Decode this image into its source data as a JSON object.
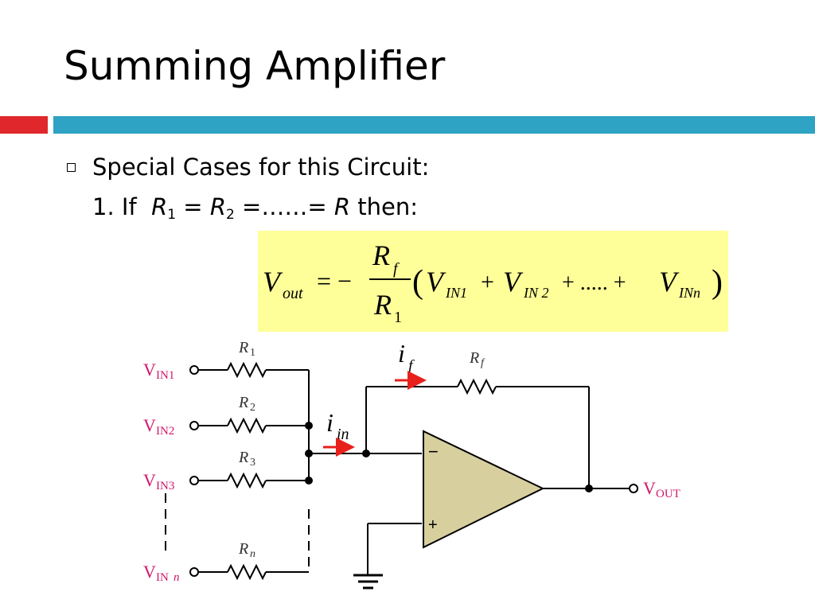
{
  "slide": {
    "title": "Summing Amplifier"
  },
  "bullet": {
    "text": "Special Cases for this Circuit:",
    "case_prefix": "1. If",
    "R": "R",
    "sub1": "1",
    "sub2": "2",
    "equals": "=",
    "dots_eq": "=……=",
    "then": "then:"
  },
  "formula": {
    "V": "V",
    "out": "out",
    "eq_minus": "= −",
    "R": "R",
    "f": "f",
    "one": "1",
    "lparen": "(",
    "rparen": ")",
    "IN1": "IN1",
    "IN2": "IN 2",
    "INn": "INn",
    "plus": "+",
    "plus_dots": "+ ..... +"
  },
  "circuit": {
    "V": "V",
    "in1": "IN1",
    "in2": "IN2",
    "in3": "IN3",
    "inn": "IN",
    "n": "n",
    "R": "R",
    "r1": "1",
    "r2": "2",
    "r3": "3",
    "rn": "n",
    "rf": "f",
    "i": "i",
    "if_sub": "f",
    "iin_sub": "in",
    "vout": "OUT",
    "minus": "−",
    "plus": "+"
  },
  "colors": {
    "red_bar": "#e0282c",
    "blue_bar": "#2ea3c3",
    "formula_highlight": "#ffff99",
    "opamp_fill": "#d8cf9f",
    "label_magenta": "#d0186c",
    "current_arrow": "#e8201c"
  }
}
